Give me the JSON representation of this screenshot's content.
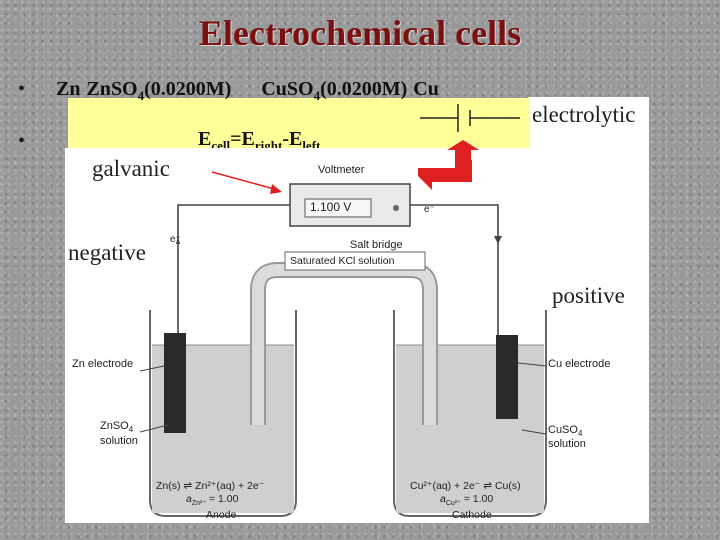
{
  "title": "Electrochemical cells",
  "bullets": {
    "b1": "•",
    "b2": "•"
  },
  "cell_notation": {
    "p1": "Zn",
    "p2": "Zn",
    "p3": "SO",
    "sub1": "4",
    "p4": "(0.0200M)",
    "p5": "Cu",
    "p6": "SO",
    "sub2": "4",
    "p7": "(0.0200M)",
    "p8": "Cu"
  },
  "ecell": {
    "E1": "E",
    "s1": "cell",
    "eq": "=E",
    "s2": "right",
    "dash": "-E",
    "s3": "left"
  },
  "annotations": {
    "electrolytic": "electrolytic",
    "galvanic": "galvanic",
    "negative": "negative",
    "positive": "positive"
  },
  "diagram": {
    "voltmeter_label": "Voltmeter",
    "voltmeter_reading": "1.100 V",
    "electron_left": "e⁻",
    "electron_right": "e⁻",
    "salt_bridge": "Salt bridge",
    "kcl": "Saturated KCl solution",
    "zn_electrode": "Zn electrode",
    "cu_electrode": "Cu electrode",
    "znso4_1": "ZnSO",
    "znso4_sub": "4",
    "znso4_2": "solution",
    "cuso4_1": "CuSO",
    "cuso4_sub": "4",
    "cuso4_2": "solution",
    "anode_eq": "Zn(s) ⇌ Zn²⁺(aq) + 2e⁻",
    "anode_act": "a",
    "anode_act_sub": "Zn²⁺",
    "anode_act_val": " = 1.00",
    "cathode_eq": "Cu²⁺(aq) + 2e⁻ ⇌ Cu(s)",
    "cathode_act": "a",
    "cathode_act_sub": "Cu²⁺",
    "cathode_act_val": " = 1.00",
    "anode": "Anode",
    "cathode": "Cathode"
  },
  "colors": {
    "title": "#7a1010",
    "highlight": "#ffff99",
    "arrow_red": "#e02020",
    "electrode_dark": "#2a2a2a"
  }
}
